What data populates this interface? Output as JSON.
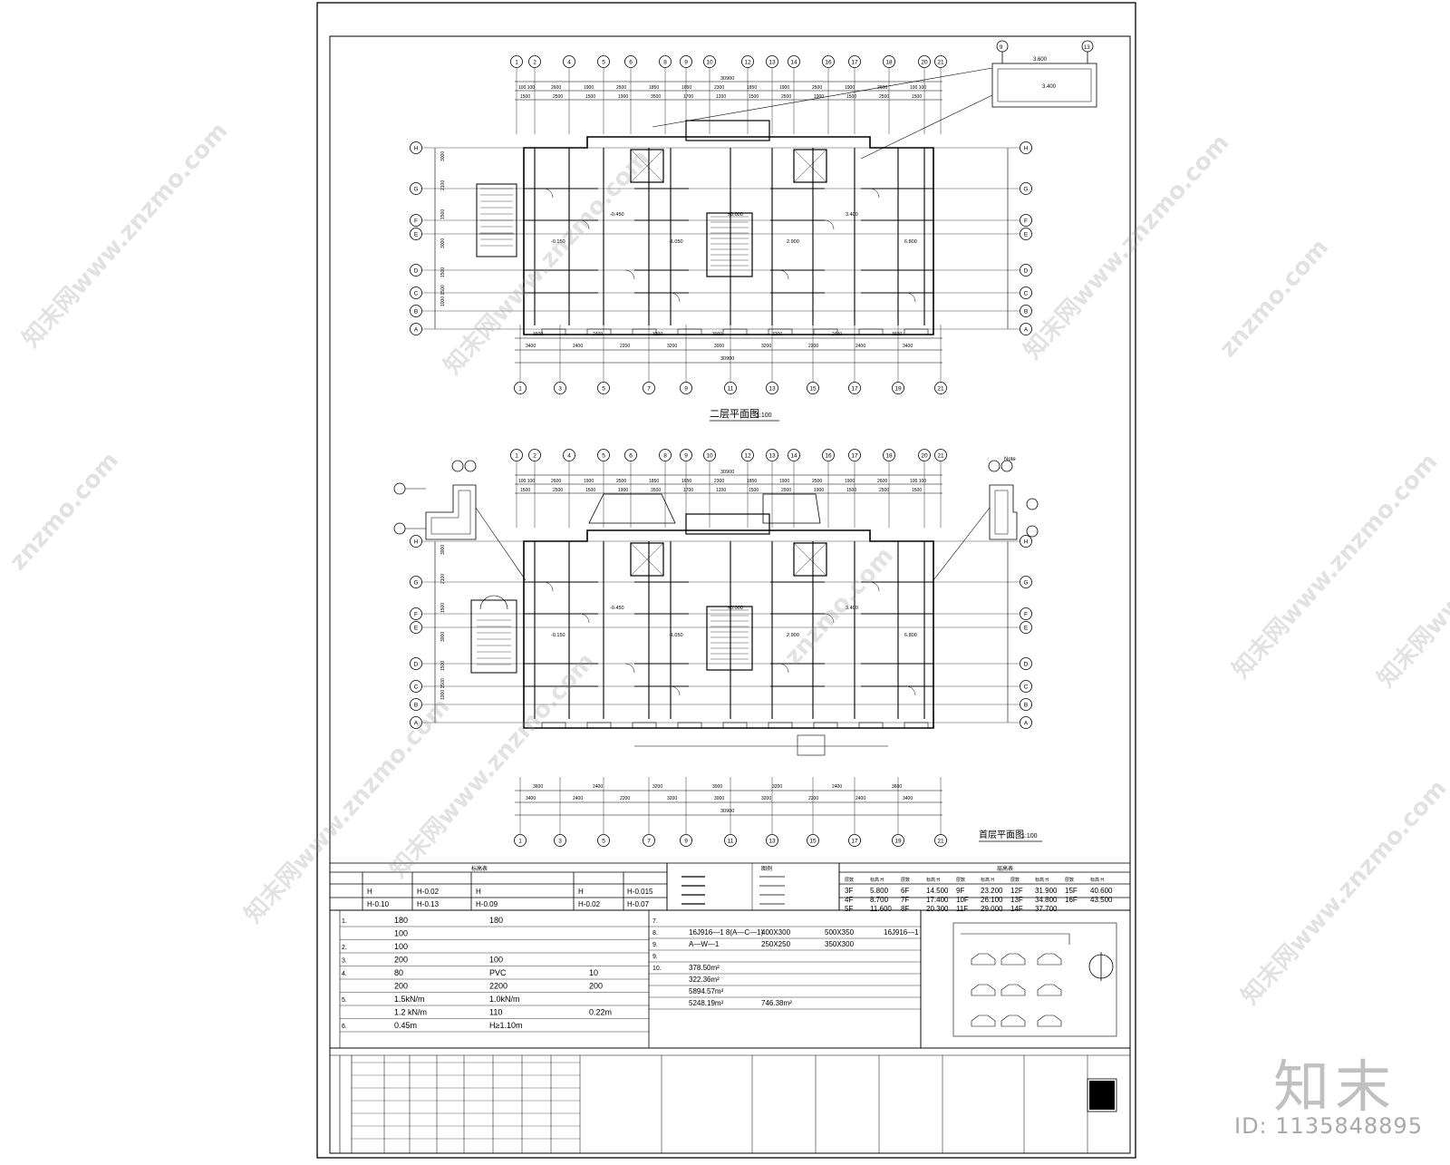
{
  "drawing": {
    "plan_upper_title": "二层平面图",
    "plan_upper_scale": "1:100",
    "plan_lower_title": "首层平面图",
    "plan_lower_scale": "1:100",
    "total_dim": "30900",
    "axes_top": [
      "1",
      "2",
      "4",
      "5",
      "6",
      "8",
      "9",
      "10",
      "12",
      "13",
      "14",
      "16",
      "17",
      "18",
      "20",
      "21"
    ],
    "axes_bottom": [
      "1",
      "3",
      "5",
      "7",
      "9",
      "11",
      "13",
      "15",
      "17",
      "19",
      "21"
    ],
    "axes_rows": [
      "H",
      "G",
      "F",
      "E",
      "D",
      "C",
      "B",
      "A"
    ],
    "dims_top_row1": [
      "100 100",
      "2600",
      "1900",
      "2500",
      "1850",
      "1650",
      "2300",
      "1850",
      "1900",
      "2500",
      "1900",
      "2600",
      "100 100"
    ],
    "dims_top_row2": [
      "1500",
      "2500",
      "1500",
      "1900",
      "3500",
      "1700",
      "1200",
      "1500",
      "2500",
      "1900",
      "1500",
      "2500",
      "1500"
    ],
    "dims_bottom_row1": [
      "3400",
      "2400",
      "2200",
      "3200",
      "3000",
      "3200",
      "2200",
      "2400",
      "3400"
    ],
    "dims_bottom_row2": [
      "3600",
      "2400",
      "3200",
      "3000",
      "3200",
      "2400",
      "3600"
    ],
    "row_dims_left": [
      "3000",
      "2100",
      "1500",
      "3000",
      "1500",
      "1000 1500"
    ],
    "inset_labels": [
      "3.600",
      "3.400"
    ],
    "levels": [
      "-0.150",
      "-0.450",
      "-1.050",
      "±0.000",
      "2.900",
      "3.400",
      "6.800"
    ]
  },
  "elevation_table": {
    "title": "标高表",
    "rows": [
      [
        "H",
        "H-0.02",
        "H",
        "H",
        "H-0.015"
      ],
      [
        "H-0.10",
        "H-0.13",
        "H-0.09",
        "H-0.02",
        "H-0.07"
      ]
    ]
  },
  "legend": {
    "title": "图例"
  },
  "floors": {
    "title": "层高表",
    "header": [
      "层数",
      "标高 H",
      "层数",
      "标高 H",
      "层数",
      "标高 H",
      "层数",
      "标高 H",
      "层数",
      "标高 H"
    ],
    "rows": [
      [
        "3F",
        "5.800",
        "6F",
        "14.500",
        "9F",
        "23.200",
        "12F",
        "31.900",
        "15F",
        "40.600"
      ],
      [
        "4F",
        "8.700",
        "7F",
        "17.400",
        "10F",
        "26.100",
        "13F",
        "34.800",
        "16F",
        "43.500"
      ],
      [
        "5F",
        "11.600",
        "8F",
        "20.300",
        "11F",
        "29.000",
        "14F",
        "37.700",
        "",
        ""
      ]
    ]
  },
  "notes_left": [
    {
      "n": "1.",
      "t": "180",
      "t2": "180"
    },
    {
      "n": "",
      "t": "100"
    },
    {
      "n": "2.",
      "t": "100"
    },
    {
      "n": "3.",
      "t": "200",
      "t2": "100"
    },
    {
      "n": "4.",
      "t": "80",
      "t2": "PVC",
      "t3": "10"
    },
    {
      "n": "",
      "t": "200",
      "t2": "2200",
      "t3": "200"
    },
    {
      "n": "5.",
      "t": "1.5kN/m",
      "t2": "1.0kN/m"
    },
    {
      "n": "",
      "t": "1.2 kN/m",
      "t2": "110",
      "t3": "0.22m"
    },
    {
      "n": "6.",
      "t": "0.45m",
      "t2": "H≥1.10m"
    }
  ],
  "notes_right": [
    {
      "n": "7."
    },
    {
      "n": "8.",
      "t": "16J916—1 8(A—C—1)",
      "t2": "400X300",
      "t3": "500X350",
      "t4": "16J916—1"
    },
    {
      "n": "9.",
      "t": "A—W—1",
      "t2": "250X250",
      "t3": "350X300"
    },
    {
      "n": "9."
    },
    {
      "n": "10.",
      "t": "378.50m²"
    },
    {
      "n": "",
      "t": "322.36m²"
    },
    {
      "n": "",
      "t": "5894.57m²"
    },
    {
      "n": "",
      "t": "5248.19m²",
      "t2": "746.38m²"
    }
  ],
  "watermark": {
    "site": "znzmo.com",
    "cn": "知末网www.znzmo.com"
  },
  "brand": {
    "name": "知末",
    "id": "ID: 1135848895"
  }
}
